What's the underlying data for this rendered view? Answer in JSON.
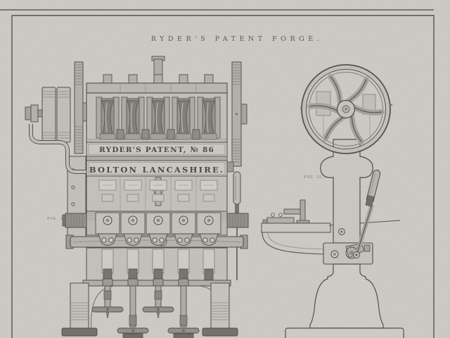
{
  "plate": {
    "title": "RYDER'S PATENT FORGE.",
    "nameplate_line1": "RYDER'S PATENT, № 86",
    "nameplate_line2": "BOLTON LANCASHIRE.",
    "figure1_label": "FIG. 1.",
    "figure2_label": "FIG. II."
  },
  "palette": {
    "paper": "#d0cfca",
    "ink": "#4c4b44",
    "metal_light": "#c9c8c2",
    "metal_mid": "#b0afa9",
    "metal_dark": "#76756d"
  }
}
